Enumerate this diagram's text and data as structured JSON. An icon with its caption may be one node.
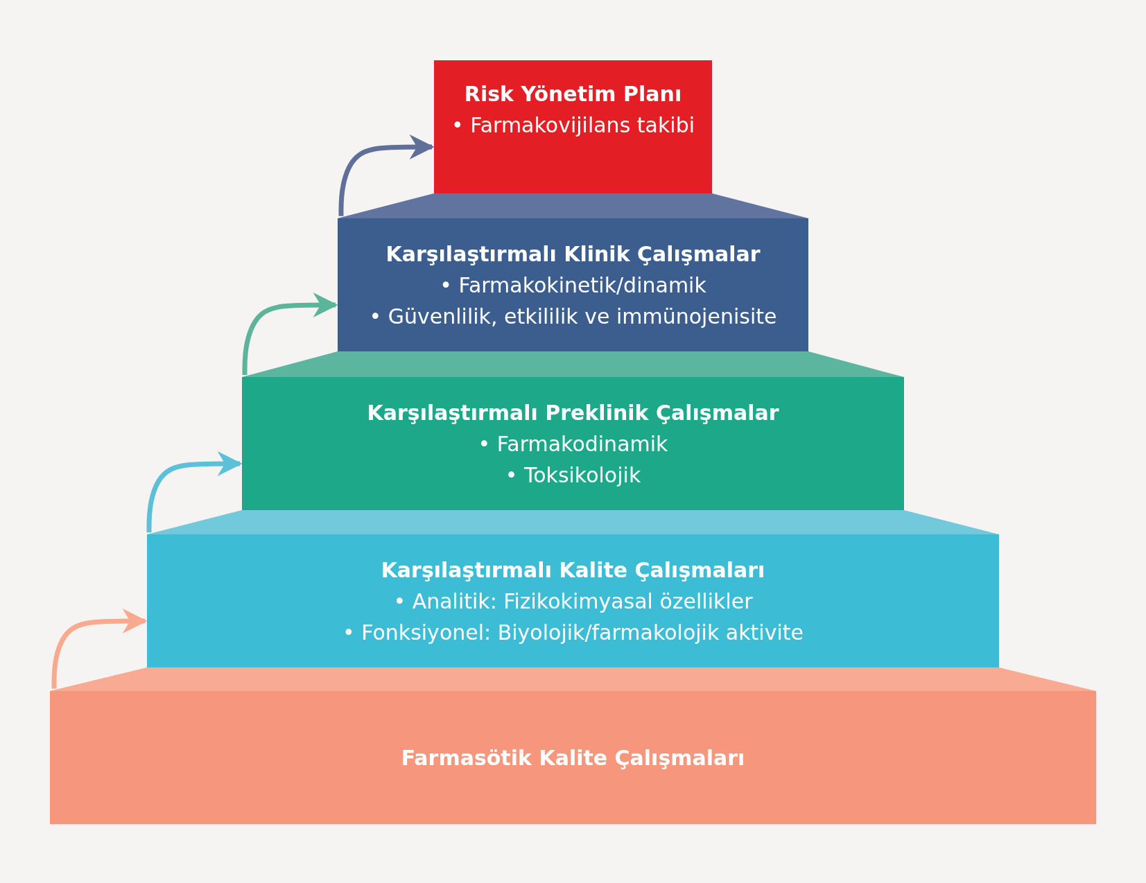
{
  "diagram": {
    "nodes": [
      {
        "text": [
          "Risk Yönetim Planı",
          "• Farmakovijilans takibi"
        ]
      },
      {
        "text": [
          "Karşılaştırmalı Klinik Çalışmalar",
          "• Farmakokinetik/dinamik",
          "• Güvenlilik, etkililik ve immünojenisite"
        ]
      },
      {
        "text": [
          "Karşılaştırmalı Preklinik Çalışmalar",
          "• Farmakodinamik",
          "• Toksikolojik"
        ]
      },
      {
        "text": [
          "Karşılaştırmalı Kalite Çalışmaları",
          "• Analitik: Fizikokimyasal özellikler",
          "• Fonksiyonel: Biyolojik/farmakolojik aktivite"
        ]
      },
      {
        "text": [
          "Farmasötik Kalite Çalışmaları"
        ]
      }
    ],
    "edges": [
      {
        "from": 1,
        "to": 0,
        "arrow": "to",
        "color": "#5f6f9a"
      },
      {
        "from": 2,
        "to": 1,
        "arrow": "to",
        "color": "#5cb59b"
      },
      {
        "from": 3,
        "to": 2,
        "arrow": "to",
        "color": "#5bc0d8"
      },
      {
        "from": 4,
        "to": 3,
        "arrow": "to",
        "color": "#f9a98e"
      }
    ]
  }
}
